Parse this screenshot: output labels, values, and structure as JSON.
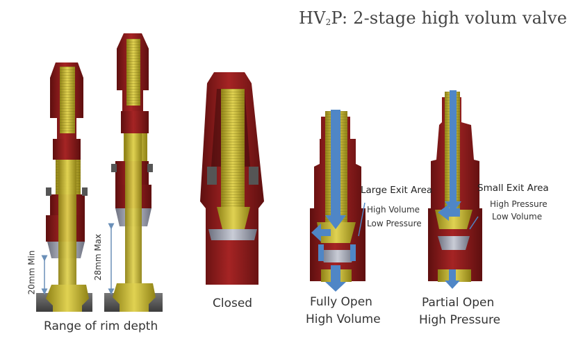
{
  "title": {
    "main": "HV",
    "sub": "2",
    "rest": "P: 2-stage high volum valve"
  },
  "captions": {
    "rim_depth": "Range of rim depth",
    "closed": "Closed",
    "fully_open_1": "Fully Open",
    "fully_open_2": "High Volume",
    "partial_open_1": "Partial Open",
    "partial_open_2": "High Pressure"
  },
  "dimensions": {
    "min": "20mm Min",
    "max": "28mm Max"
  },
  "annotations": {
    "large_exit": "Large Exit Area",
    "large_exit_1": "High Volume",
    "large_exit_2": "Low Pressure",
    "small_exit": "Small Exit Area",
    "small_exit_1": "High Pressure",
    "small_exit_2": "Low Volume"
  },
  "colors": {
    "cap_red": "#8e1c1c",
    "brass": "#c8b830",
    "rim_gray": "#555555",
    "airflow": "#4f86c6",
    "seal_gray": "#a0a4b0"
  }
}
